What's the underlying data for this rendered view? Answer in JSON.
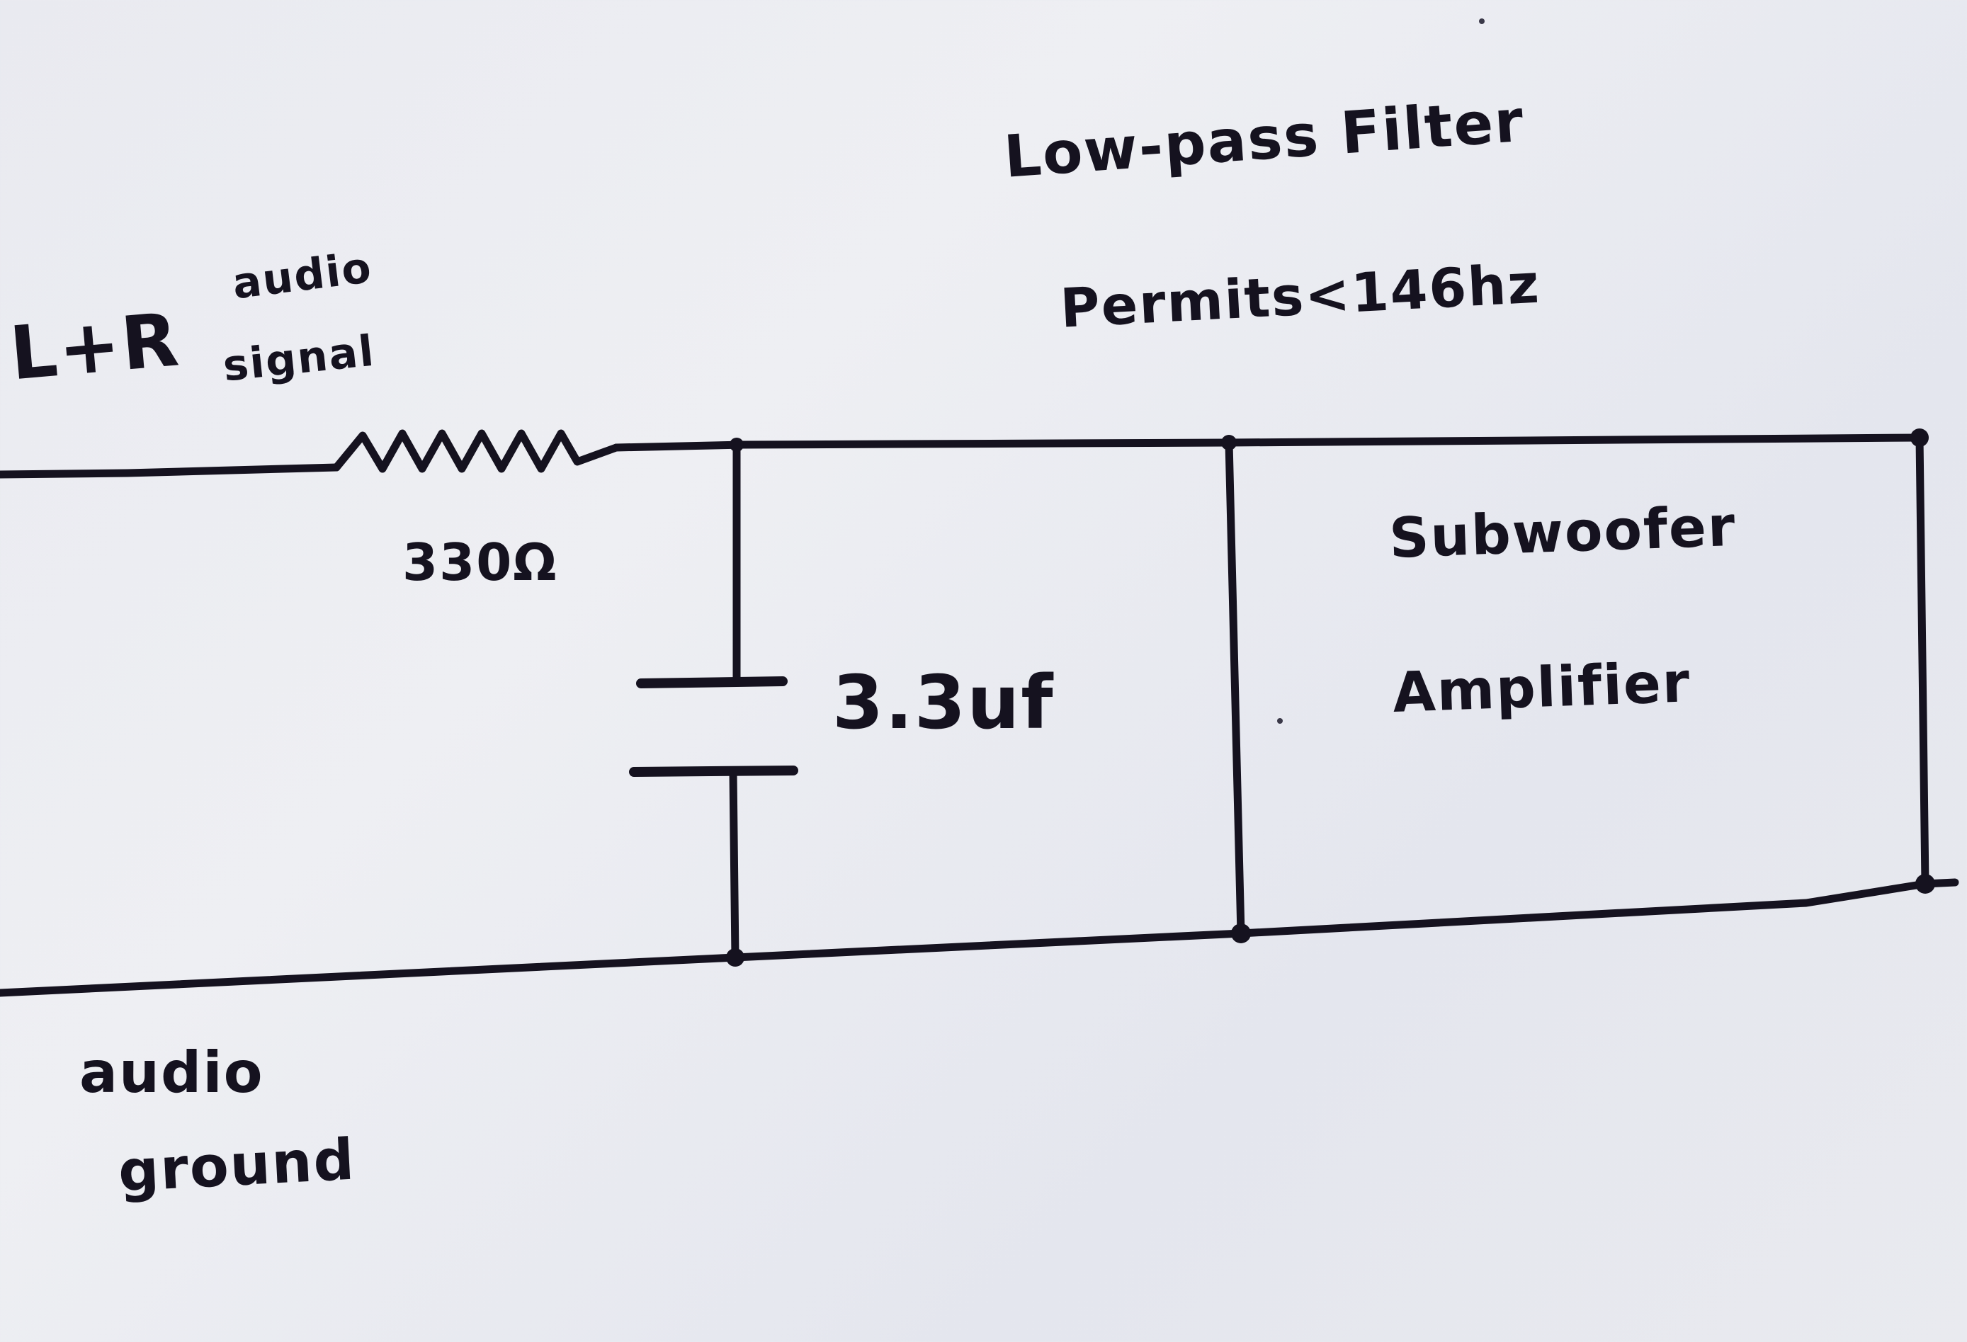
{
  "diagram": {
    "title": "Low-pass Filter",
    "cutoff_note": "Permits<146hz",
    "source": {
      "line1": "L+R",
      "line2": "audio",
      "line3": "signal"
    },
    "resistor": {
      "value": "330Ω"
    },
    "capacitor": {
      "value": "3.3uf"
    },
    "load": {
      "line1": "Subwoofer",
      "line2": "Amplifier"
    },
    "ground": {
      "line1": "audio",
      "line2": "ground"
    }
  }
}
